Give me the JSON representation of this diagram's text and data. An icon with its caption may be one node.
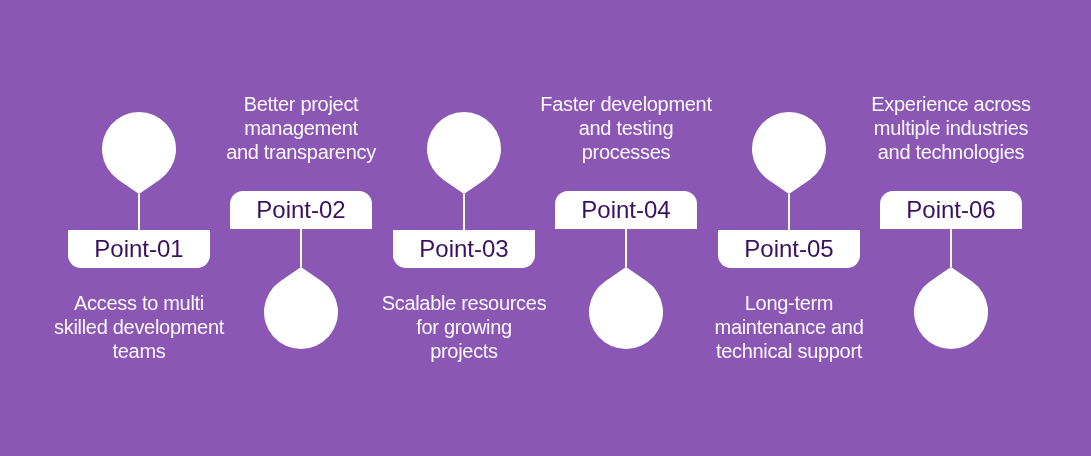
{
  "diagram": {
    "nodes": [
      {
        "text": [
          "Point-01"
        ],
        "beside": [
          "Access to multi skilled development teams"
        ]
      },
      {
        "text": [],
        "shape": "balloon"
      },
      {
        "text": [
          "Point-02"
        ],
        "beside": [
          "Better project management and transparency"
        ]
      },
      {
        "text": [],
        "shape": "balloon"
      },
      {
        "text": [
          "Point-03"
        ],
        "beside": [
          "Scalable resources for growing projects"
        ]
      },
      {
        "text": [],
        "shape": "balloon"
      },
      {
        "text": [
          "Point-04"
        ],
        "beside": [
          "Faster development and testing processes"
        ]
      },
      {
        "text": [],
        "shape": "balloon"
      },
      {
        "text": [
          "Point-05"
        ],
        "beside": [
          "Long-term maintenance and technical support"
        ]
      },
      {
        "text": [],
        "shape": "balloon"
      },
      {
        "text": [
          "Point-06"
        ],
        "beside": [
          "Experience across multiple industries and technologies"
        ]
      },
      {
        "text": [],
        "shape": "balloon"
      }
    ],
    "edges": [
      {
        "from": 1,
        "to": 0,
        "arrow": "none"
      },
      {
        "from": 3,
        "to": 2,
        "arrow": "none"
      },
      {
        "from": 5,
        "to": 4,
        "arrow": "none"
      },
      {
        "from": 7,
        "to": 6,
        "arrow": "none"
      },
      {
        "from": 9,
        "to": 8,
        "arrow": "none"
      },
      {
        "from": 11,
        "to": 10,
        "arrow": "none"
      }
    ]
  }
}
